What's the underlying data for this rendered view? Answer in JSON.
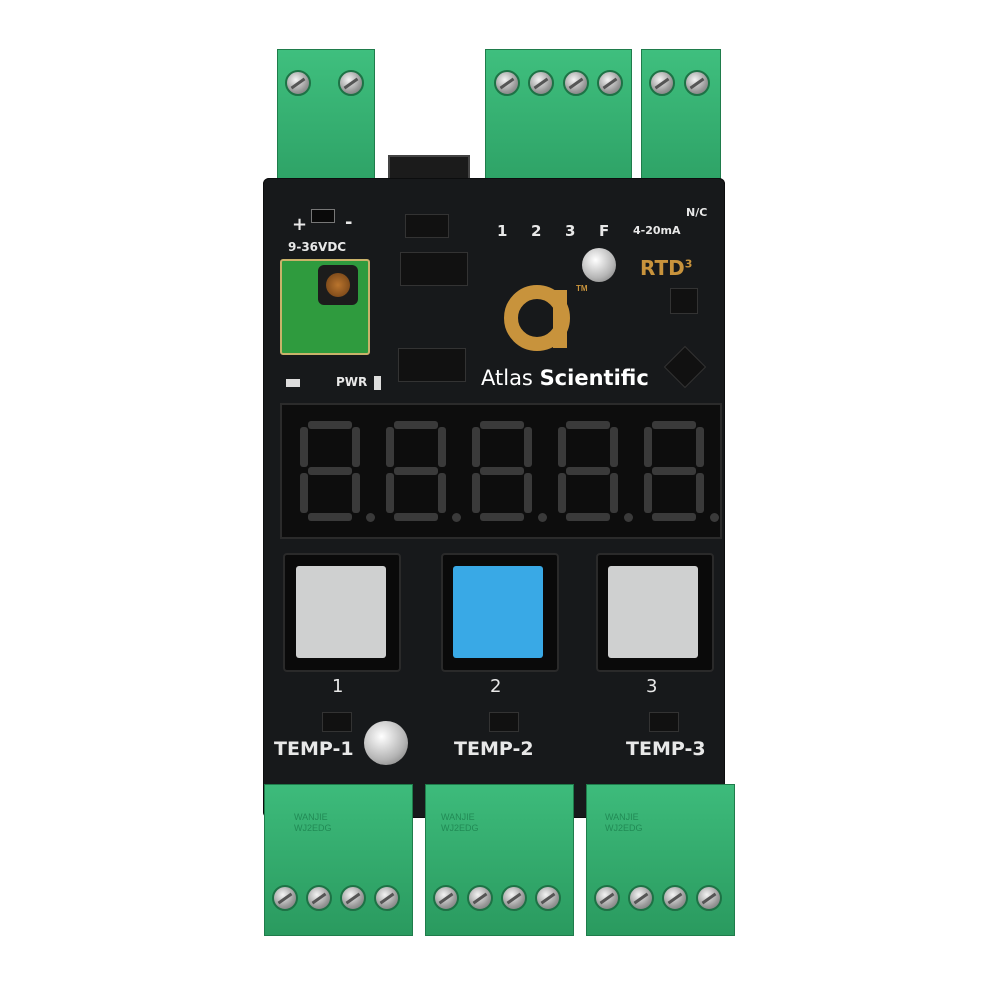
{
  "board": {
    "logo_text_light": "Atlas",
    "logo_text_bold": "Scientific",
    "logo_tm": "TM",
    "model": "RTD",
    "model_sup": "3",
    "power_plus": "+",
    "power_minus": "-",
    "voltage": "9-36VDC",
    "pwr_label": "PWR",
    "io_pins": [
      "1",
      "2",
      "3",
      "F"
    ],
    "analog_label": "4-20mA",
    "nc_label": "N/C",
    "button_numbers": [
      "1",
      "2",
      "3"
    ],
    "temp_labels": [
      "TEMP-1",
      "TEMP-2",
      "TEMP-3"
    ],
    "connector_brand": "WANJIE",
    "connector_code": "WJ2EDG"
  },
  "colors": {
    "pcb": "#17191b",
    "connector_green": "#2fa96a",
    "logo_gold": "#c8933c",
    "button_gray": "#cfd0d0",
    "button_blue": "#39a9e6",
    "segment_off": "#3a3a3a"
  },
  "display": {
    "digit_count": 5
  }
}
